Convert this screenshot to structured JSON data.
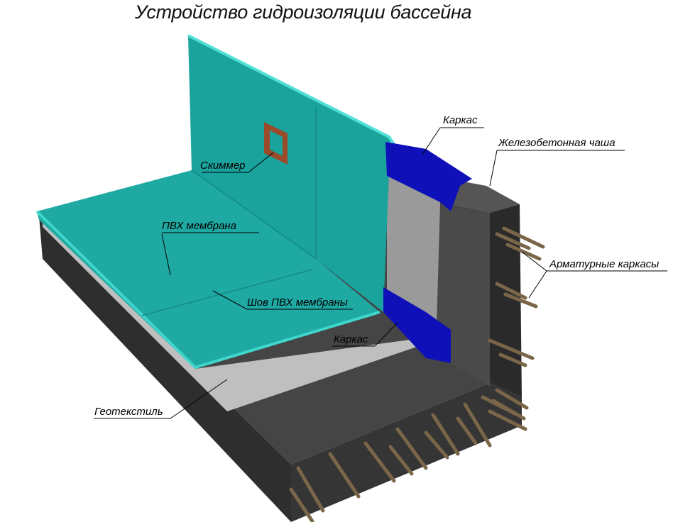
{
  "title": "Устройство гидроизоляции бассейна",
  "labels": {
    "frame_top": "Каркас",
    "concrete_bowl": "Железобетонная чаша",
    "skimmer": "Скиммер",
    "pvc_membrane": "ПВХ мембрана",
    "rebar_frames": "Арматурные каркасы",
    "membrane_seam": "Шов ПВХ мембраны",
    "frame_bottom": "Каркас",
    "geotextile": "Геотекстиль"
  },
  "colors": {
    "membrane": "#1fa9a3",
    "membrane_edge": "#3fd6cc",
    "concrete": "#3b3b3b",
    "frame": "#1010b8",
    "geotextile": "#bdbdbd",
    "rebar": "#7a6648",
    "skimmer": "#9b4a2a"
  }
}
